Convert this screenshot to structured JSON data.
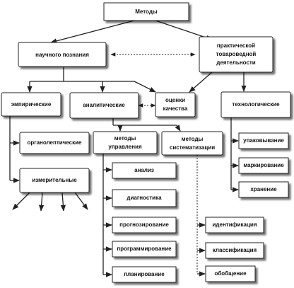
{
  "nodes": {
    "methods": "Методы",
    "scientific": "научного познания",
    "practical": [
      "практической",
      "товароведной",
      "деятельности"
    ],
    "empirical": "эмпирические",
    "analytical": "аналитические",
    "quality": [
      "оценки",
      "качества"
    ],
    "technological": "технологические",
    "organoleptic": "органолептические",
    "measuring": "измерительные",
    "management": [
      "методы",
      "управления"
    ],
    "systematization": [
      "методы",
      "систематизации"
    ],
    "analysis": "анализ",
    "diagnostics": "диагностика",
    "forecasting": "прогнозирование",
    "programming": "программирование",
    "planning": "планирование",
    "identification": "идентификация",
    "classification": "классификация",
    "generalization": "обобщение",
    "packaging": "упаковывание",
    "labeling": "маркирование",
    "storage": "хранение"
  }
}
